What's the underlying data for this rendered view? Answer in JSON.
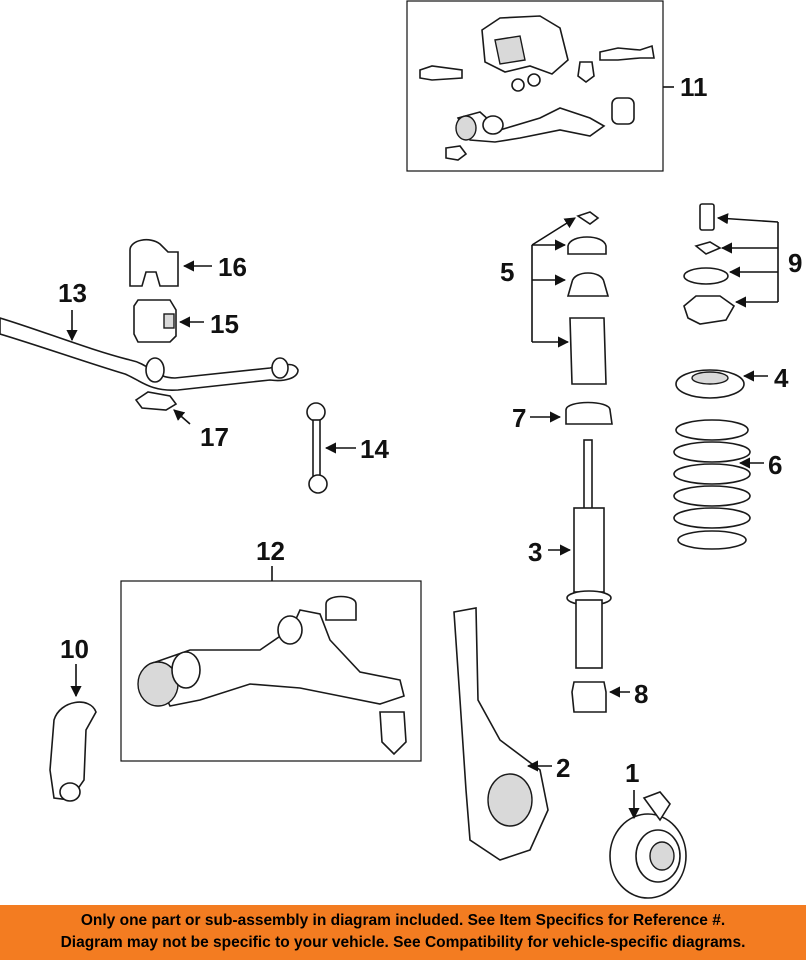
{
  "callouts": {
    "c1": "1",
    "c2": "2",
    "c3": "3",
    "c4": "4",
    "c5": "5",
    "c6": "6",
    "c7": "7",
    "c8": "8",
    "c9": "9",
    "c10": "10",
    "c11": "11",
    "c12": "12",
    "c13": "13",
    "c14": "14",
    "c15": "15",
    "c16": "16",
    "c17": "17"
  },
  "banner": {
    "line1": "Only one part or sub-assembly in diagram included. See Item Specifics for Reference #.",
    "line2": "Diagram may not be specific to your vehicle. See Compatibility for vehicle-specific diagrams."
  },
  "colors": {
    "banner_background": "#f37c21",
    "line_art": "#1a1a1a"
  }
}
